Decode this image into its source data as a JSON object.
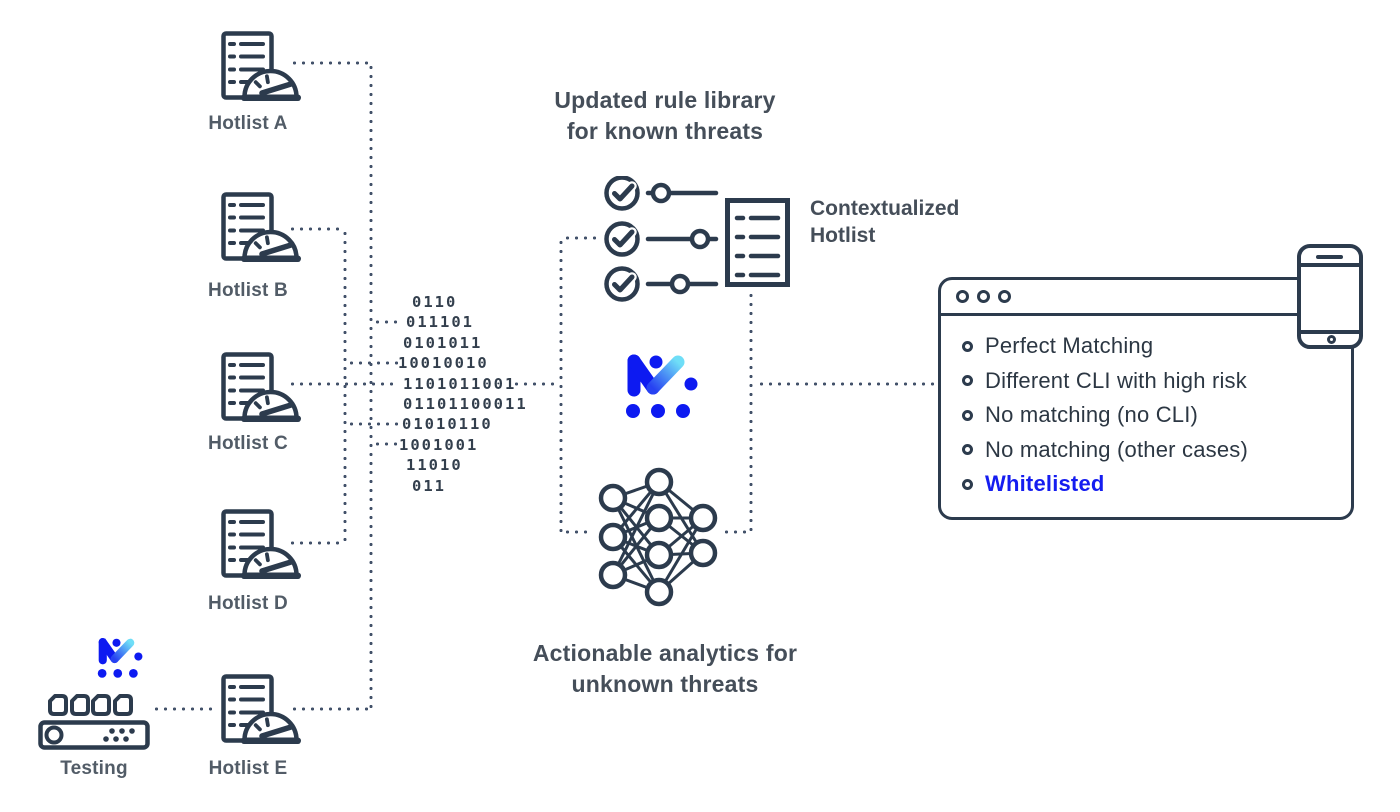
{
  "colors": {
    "navy": "#2c3b4d",
    "label_gray": "#525c67",
    "heading_gray": "#454e59",
    "card_text": "#2c3743",
    "accent_blue": "#151df0",
    "accent_cyan": "#6fdef7",
    "connector_dot": "#43526a"
  },
  "hotlists": {
    "items": [
      {
        "label": "Hotlist A"
      },
      {
        "label": "Hotlist B"
      },
      {
        "label": "Hotlist C"
      },
      {
        "label": "Hotlist D"
      },
      {
        "label": "Hotlist E"
      }
    ]
  },
  "testing": {
    "label": "Testing"
  },
  "binary": {
    "lines": [
      "0110",
      "011101",
      "0101011",
      "10010010",
      "1101011001",
      "01101100011",
      "01010110",
      "1001001",
      "11010",
      "011"
    ]
  },
  "rule_library": {
    "line1": "Updated rule library",
    "line2": "for known threats"
  },
  "analytics": {
    "line1": "Actionable analytics for",
    "line2": "unknown threats"
  },
  "contextualized": {
    "line1": "Contextualized",
    "line2": "Hotlist"
  },
  "card": {
    "items": [
      {
        "label": "Perfect Matching"
      },
      {
        "label": "Different CLI with high risk"
      },
      {
        "label": "No matching (no CLI)"
      },
      {
        "label": "No matching (other cases)"
      },
      {
        "label": "Whitelisted"
      }
    ]
  },
  "icons": {
    "hotlist": "document-gauge-icon",
    "rules": "checklist-sliders-icon",
    "contextualized_doc": "document-list-icon",
    "center_logo": "m-check-logo",
    "neural": "neural-network-icon",
    "testing_device": "sim-test-device-icon",
    "phone": "smartphone-icon",
    "window_dots": "window-controls-icon"
  }
}
